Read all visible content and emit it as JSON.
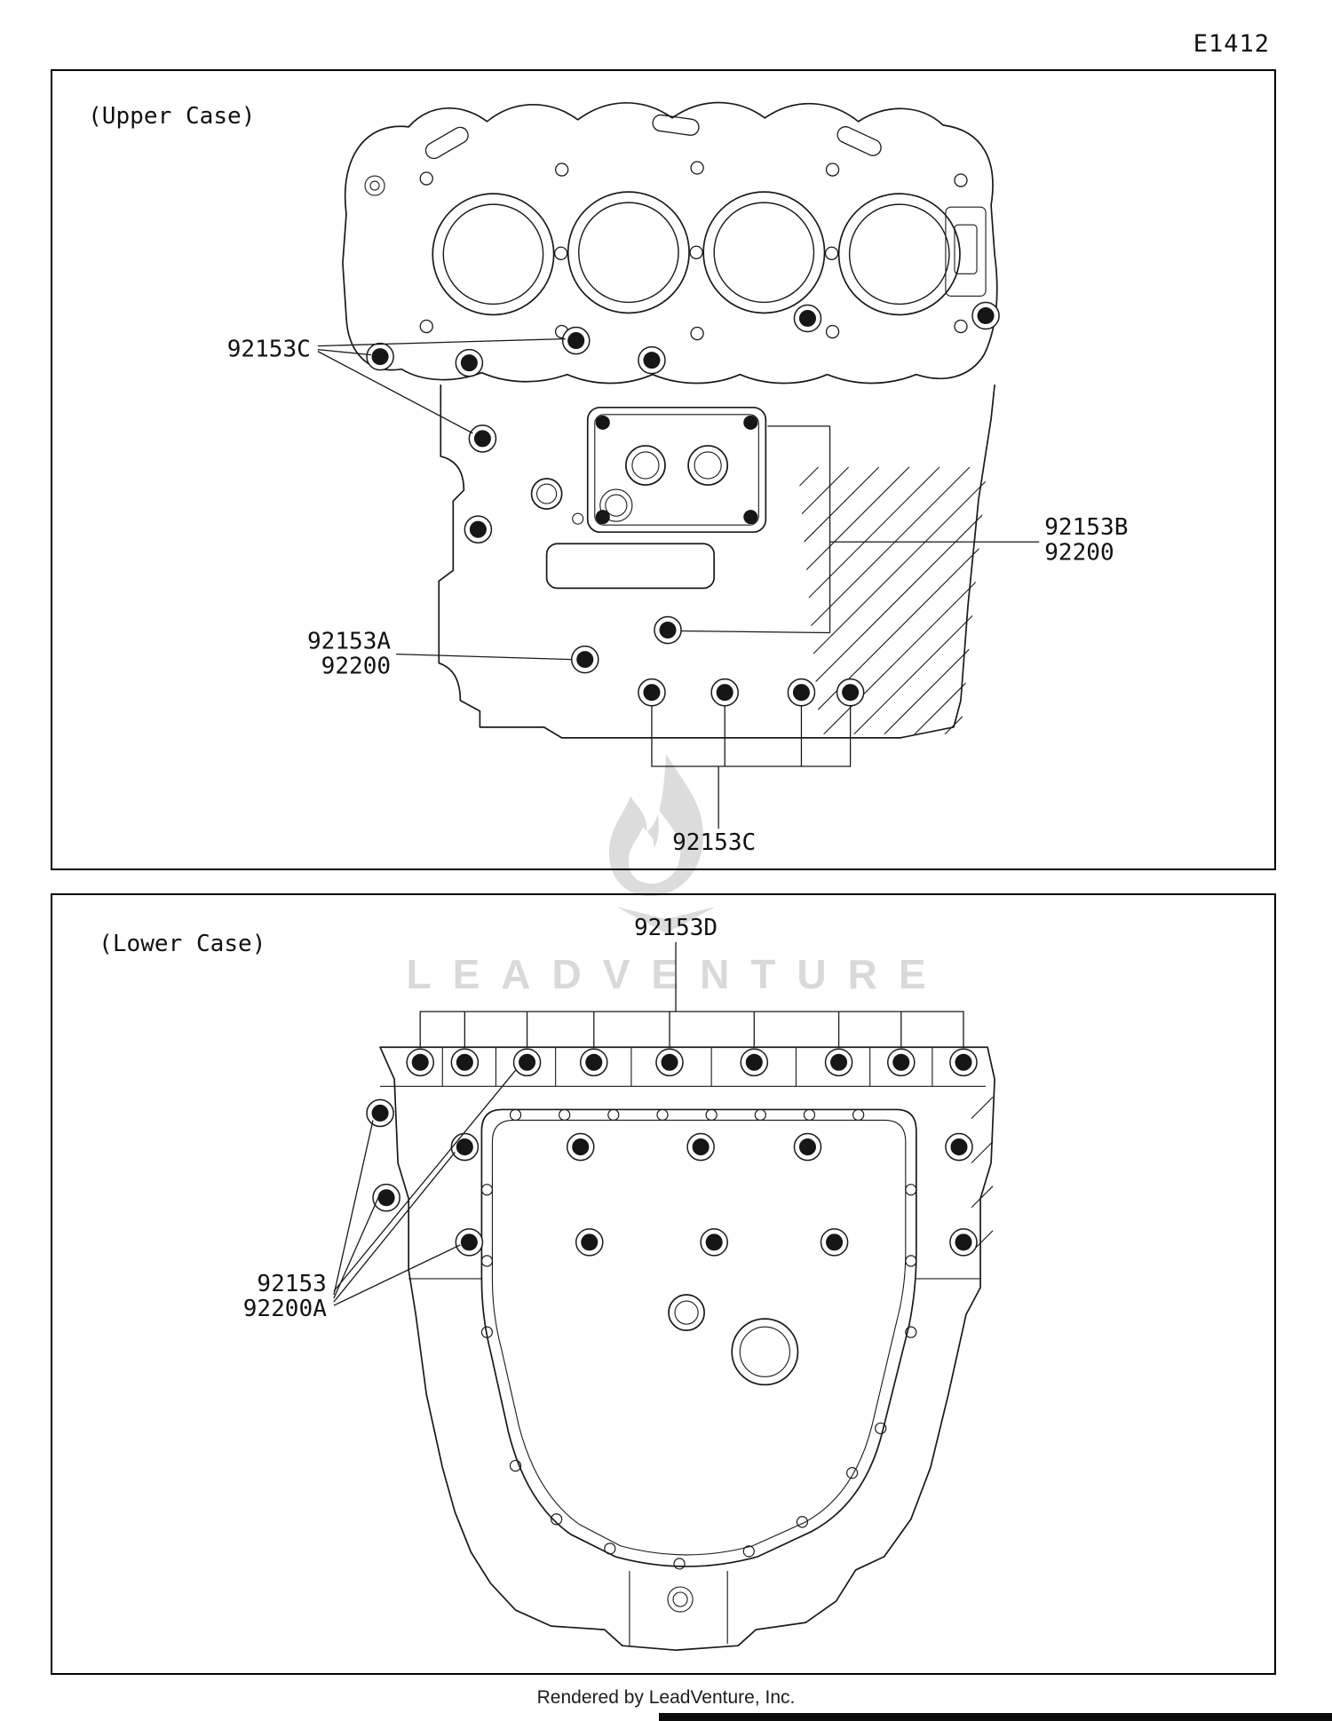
{
  "page": {
    "doc_code": "E1412",
    "footer": "Rendered by LeadVenture, Inc."
  },
  "watermark": {
    "icon": "flame-icon",
    "text": "LEADVENTURE",
    "color": "#d9d9d9"
  },
  "upper_panel": {
    "title": "(Upper Case)",
    "callouts": {
      "topleft": "92153C",
      "right1": "92153B",
      "right2": "92200",
      "mid1": "92153A",
      "mid2": "92200",
      "bottom": "92153C"
    }
  },
  "lower_panel": {
    "title": "(Lower Case)",
    "callouts": {
      "top": "92153D",
      "left1": "92153",
      "left2": "92200A"
    }
  },
  "colors": {
    "line": "#1a1a1a",
    "background": "#ffffff",
    "watermark": "#d9d9d9"
  }
}
